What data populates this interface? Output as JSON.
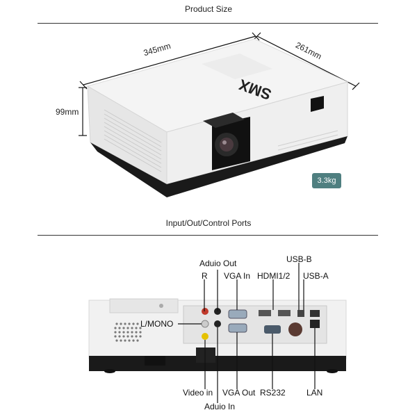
{
  "product_size": {
    "title": "Product Size",
    "length": "345mm",
    "depth": "261mm",
    "height": "99mm",
    "weight": "3.3kg",
    "brand_logo": "SMX"
  },
  "ports": {
    "title": "Input/Out/Control Ports",
    "labels": {
      "audio_out": "Aduio Out",
      "r": "R",
      "vga_in": "VGA In",
      "hdmi": "HDMI1/2",
      "usb_b": "USB-B",
      "usb_a": "USB-A",
      "l_mono": "L/MONO",
      "video_in": "Video in",
      "vga_out": "VGA Out",
      "rs232": "RS232",
      "lan": "LAN",
      "audio_in": "Aduio In"
    }
  },
  "colors": {
    "badge": "#4f7f80",
    "body": "#f2f2f2",
    "base": "#1a1a1a"
  }
}
